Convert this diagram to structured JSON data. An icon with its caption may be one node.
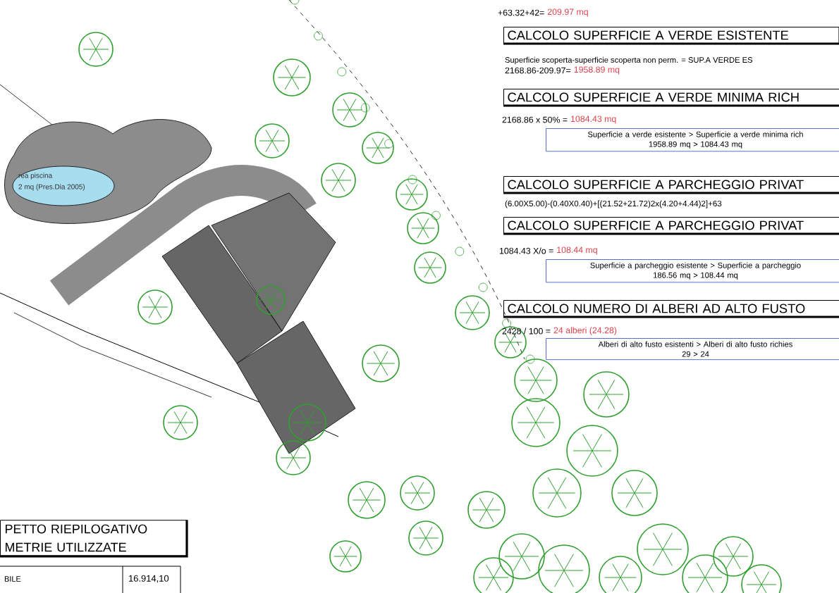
{
  "diagram": {
    "nodes": [
      {
        "text": [
          "CALCOLO SUPERFICIE A VERDE ESISTENTE"
        ]
      },
      {
        "text": [
          "CALCOLO SUPERFICIE A VERDE MINIMA RICH"
        ]
      },
      {
        "text": [
          "Superficie a verde esistente > Superficie a verde minima rich",
          "1958.89 mq > 1084.43 mq"
        ]
      },
      {
        "text": [
          "CALCOLO SUPERFICIE A PARCHEGGIO PRIVAT"
        ]
      },
      {
        "text": [
          "CALCOLO SUPERFICIE A PARCHEGGIO PRIVAT"
        ]
      },
      {
        "text": [
          "Superficie a parcheggio esistente > Superficie a parcheggio",
          "186.56 mq > 108.44 mq"
        ]
      },
      {
        "text": [
          "CALCOLO NUMERO DI ALBERI AD ALTO FUSTO"
        ]
      },
      {
        "text": [
          "Alberi di alto fusto esistenti > Alberi di alto fusto richies",
          "29 > 24"
        ]
      },
      {
        "text": [
          "PETTO RIEPILOGATIVO METRIE UTILIZZATE"
        ]
      }
    ],
    "labels": [
      "+63.32+42=",
      "209.97 mq",
      "Superficie scoperta-superficie scoperta non perm. = SUP.A VERDE ES",
      "2168.86-209.97=",
      "1958.89 mq",
      "2168.86 x 50% =",
      "1084.43 mq",
      "(6.00X5.00)-(0.40X0.40)+[(21.52+21.72)2x(4.20+4.44)2]+63",
      "1084.43 X/o =",
      "108.44 mq",
      "2428 / 100 =",
      "24 alberi (24.28)",
      "rea piscina",
      "2 mq (Pres.Dia 2005)",
      "BILE",
      "16.914,10"
    ]
  }
}
